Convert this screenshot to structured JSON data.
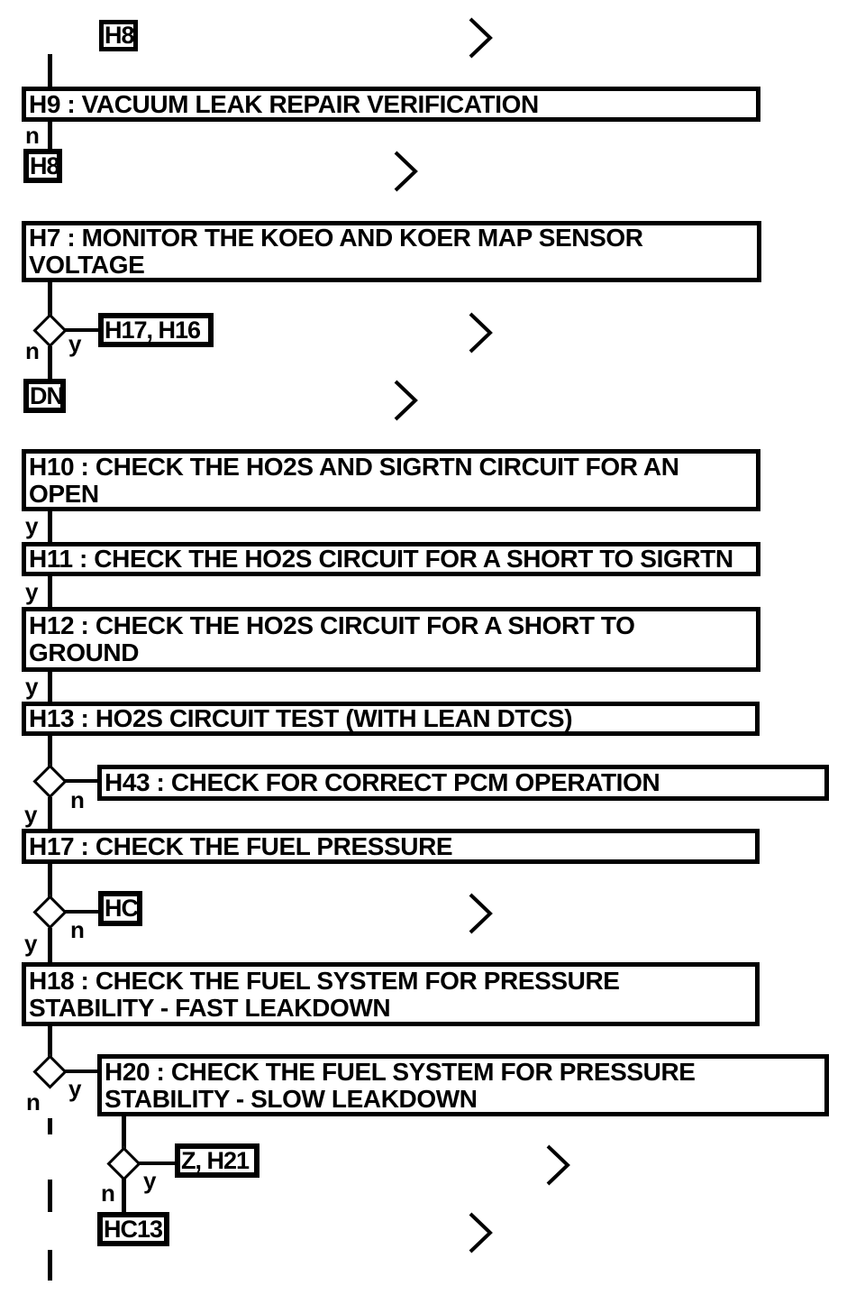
{
  "colors": {
    "ink": "#000000",
    "paper": "#ffffff"
  },
  "icons": {
    "continue": "right-chevron"
  },
  "labels": {
    "yes": "y",
    "no": "n"
  },
  "boxes": {
    "h8_top": {
      "label": "H8"
    },
    "h9": {
      "label": "H9 : VACUUM LEAK REPAIR VERIFICATION"
    },
    "h8_return": {
      "label": "H8"
    },
    "h7": {
      "line1": "H7 : MONITOR THE KOEO AND KOER MAP SENSOR",
      "line2": "VOLTAGE"
    },
    "h17_h16": {
      "label": "H17, H16"
    },
    "dn": {
      "label": "DN"
    },
    "h10": {
      "line1": "H10 : CHECK THE HO2S AND SIGRTN CIRCUIT FOR AN",
      "line2": "OPEN"
    },
    "h11": {
      "label": "H11 : CHECK THE HO2S CIRCUIT FOR A SHORT TO SIGRTN"
    },
    "h12": {
      "line1": "H12 : CHECK THE HO2S CIRCUIT FOR A SHORT TO",
      "line2": "GROUND"
    },
    "h13": {
      "label": "H13 : HO2S CIRCUIT TEST (WITH LEAN DTCS)"
    },
    "h43": {
      "label": "H43 : CHECK FOR CORRECT PCM OPERATION"
    },
    "h17": {
      "label": "H17 : CHECK THE FUEL PRESSURE"
    },
    "hc": {
      "label": "HC"
    },
    "h18": {
      "line1": "H18 : CHECK THE FUEL SYSTEM FOR PRESSURE",
      "line2": "STABILITY - FAST LEAKDOWN"
    },
    "h20": {
      "line1": "H20 : CHECK THE FUEL SYSTEM FOR PRESSURE",
      "line2": "STABILITY - SLOW LEAKDOWN"
    },
    "z_h21": {
      "label": "Z, H21"
    },
    "hc13": {
      "label": "HC13"
    }
  }
}
